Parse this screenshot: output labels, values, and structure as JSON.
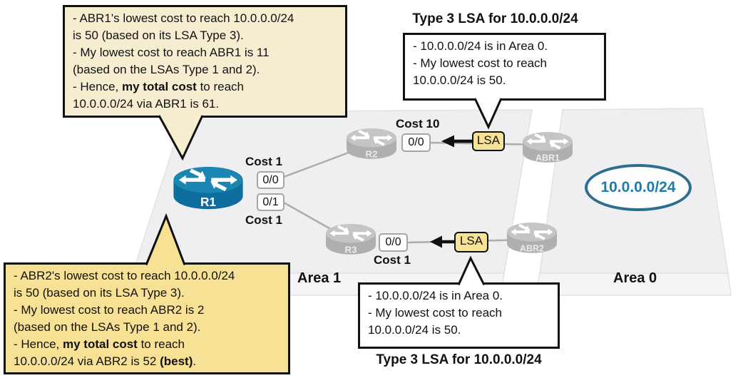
{
  "headings": {
    "lsa_top": "Type 3 LSA for 10.0.0.0/24",
    "lsa_bottom": "Type 3 LSA for 10.0.0.0/24"
  },
  "callouts": {
    "abr1_note": {
      "seg1": "- ABR1's lowest cost to reach 10.0.0.0/24\nis 50 (based on its LSA Type 3).\n- My lowest cost to reach ABR1 is 11\n(based on the LSAs Type 1 and 2).\n- Hence, ",
      "bold1": "my total cost",
      "seg2": " to reach\n10.0.0.0/24 via ABR1 is 61."
    },
    "abr2_note": {
      "seg1": "- ABR2's lowest cost to reach 10.0.0.0/24\nis 50 (based on its LSA Type 3).\n- My lowest cost to reach ABR2 is 2\n(based on the LSAs Type 1 and 2).\n- Hence, ",
      "bold1": "my total cost",
      "seg2": " to reach\n10.0.0.0/24 via ABR2 is 52 ",
      "bold2": "(best)",
      "seg3": "."
    },
    "lsa_top_note": {
      "text": "- 10.0.0.0/24 is in Area 0.\n- My lowest cost to reach\n10.0.0.0/24 is 50."
    },
    "lsa_bottom_note": {
      "text": "- 10.0.0.0/24 is in Area 0.\n- My lowest cost to reach\n10.0.0.0/24 is 50."
    }
  },
  "diagram": {
    "areas": {
      "area1": {
        "label": "Area 1"
      },
      "area0": {
        "label": "Area 0"
      }
    },
    "network": {
      "label": "10.0.0.0/24"
    },
    "routers": {
      "r1": {
        "label": "R1"
      },
      "r2": {
        "label": "R2"
      },
      "r3": {
        "label": "R3"
      },
      "abr1": {
        "label": "ABR1"
      },
      "abr2": {
        "label": "ABR2"
      }
    },
    "interfaces": {
      "r1_f00": {
        "label": "0/0"
      },
      "r1_f01": {
        "label": "0/1"
      },
      "r2_f00": {
        "label": "0/0"
      },
      "r3_f00": {
        "label": "0/0"
      }
    },
    "costs": {
      "r1_r2": {
        "label": "Cost 1"
      },
      "r1_r3": {
        "label": "Cost 1"
      },
      "r2_abr1": {
        "label": "Cost 10"
      },
      "r3_abr2": {
        "label": "Cost 1"
      }
    },
    "lsa_tags": {
      "top": {
        "label": "LSA"
      },
      "bottom": {
        "label": "LSA"
      }
    }
  },
  "colors": {
    "callout_cream": "#F7EED2",
    "callout_gold": "#F6E194",
    "lsa_tag_fill": "#F6E295",
    "r1_blue": "#1B86B2",
    "router_gray": "#B4B5B6",
    "network_teal": "#1E7CA8",
    "ellipse_border": "#2C6E91",
    "platform_gray": "#EFEFF1",
    "link_gray": "#ACACAC"
  }
}
